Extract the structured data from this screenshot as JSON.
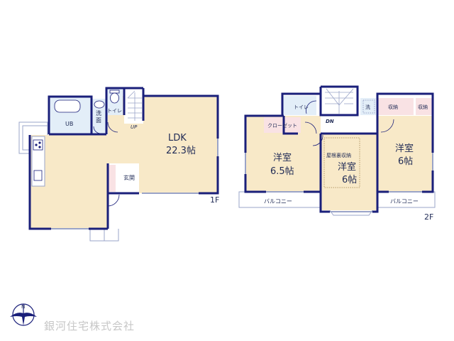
{
  "plan": {
    "floor1": {
      "label": "1F",
      "rooms": {
        "ldk_name": "LDK",
        "ldk_size": "22.3帖",
        "ub": "UB",
        "senmen_1": "洗",
        "senmen_2": "面",
        "toilet": "トイレ",
        "genkan": "玄関",
        "stairs": "UP"
      }
    },
    "floor2": {
      "label": "2F",
      "rooms": {
        "toilet": "トイレ",
        "stairs": "DN",
        "wash": "洗",
        "closet": "クローゼット",
        "storage_1": "収納",
        "storage_2": "収納",
        "room_left_name": "洋室",
        "room_left_size": "6.5帖",
        "room_center_name": "洋室",
        "room_center_size": "6帖",
        "attic": "屋根裏収納",
        "room_right_name": "洋室",
        "room_right_size": "6帖",
        "balcony_left": "バルコニー",
        "balcony_right": "バルコニー"
      }
    },
    "compass": {
      "north": "N"
    },
    "company": "銀河住宅株式会社",
    "colors": {
      "wall": "#1a1f7a",
      "living": "#f8e9c8",
      "wet": "#e3eef8",
      "storage": "#f9e2e4",
      "line": "#9aa4c8"
    }
  }
}
